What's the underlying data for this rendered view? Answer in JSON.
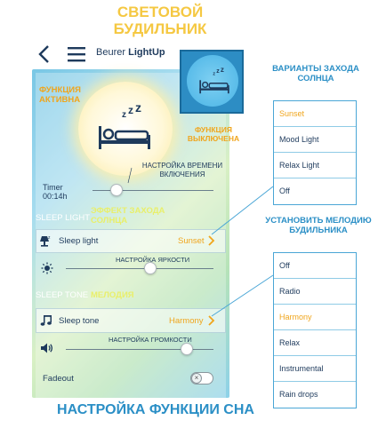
{
  "headlines": {
    "top": "СВЕТОВОЙ БУДИЛЬНИК",
    "bottom": "НАСТРОЙКА ФУНКЦИИ СНА"
  },
  "app": {
    "title_brand": "Beurer",
    "title_product": "LightUp",
    "back_icon": "back-chevron-icon",
    "menu_icon": "hamburger-menu-icon"
  },
  "annotations": {
    "function_active": "ФУНКЦИЯ АКТИВНА",
    "function_inactive": "ФУНКЦИЯ ВЫКЛЮЧЕНА",
    "timer_setting": "НАСТРОЙКА ВРЕМЕНИ ВКЛЮЧЕНИЯ",
    "sunset_effect": "ЭФФЕКТ ЗАХОДА СОЛНЦА",
    "brightness_setting": "НАСТРОЙКА ЯРКОСТИ",
    "melody": "МЕЛОДИЯ",
    "volume_setting": "НАСТРОЙКА ГРОМКОСТИ"
  },
  "timer": {
    "label": "Timer",
    "value": "00:14h",
    "level": 0.05
  },
  "sleep_light": {
    "section_title": "SLEEP LIGHT",
    "row_label": "Sleep light",
    "row_value": "Sunset",
    "brightness_level": 0.45
  },
  "sleep_tone": {
    "section_title": "SLEEP TONE",
    "row_label": "Sleep tone",
    "row_value": "Harmony",
    "volume_level": 0.7
  },
  "fadeout": {
    "label": "Fadeout",
    "enabled": false
  },
  "sunset_options": {
    "title": "ВАРИАНТЫ ЗАХОДА СОЛНЦА",
    "items": [
      "Sunset",
      "Mood Light",
      "Relax Light",
      "Off"
    ],
    "selected": "Sunset"
  },
  "melody_options": {
    "title": "УСТАНОВИТЬ МЕЛОДИЮ БУДИЛЬНИКА",
    "items": [
      "Off",
      "Radio",
      "Harmony",
      "Relax",
      "Instrumental",
      "Rain drops"
    ],
    "selected": "Harmony"
  },
  "colors": {
    "accent_orange": "#f0a51c",
    "accent_blue": "#2b8fc6",
    "headline_yellow": "#f5c842",
    "section_accent": "#e9ef6a"
  }
}
